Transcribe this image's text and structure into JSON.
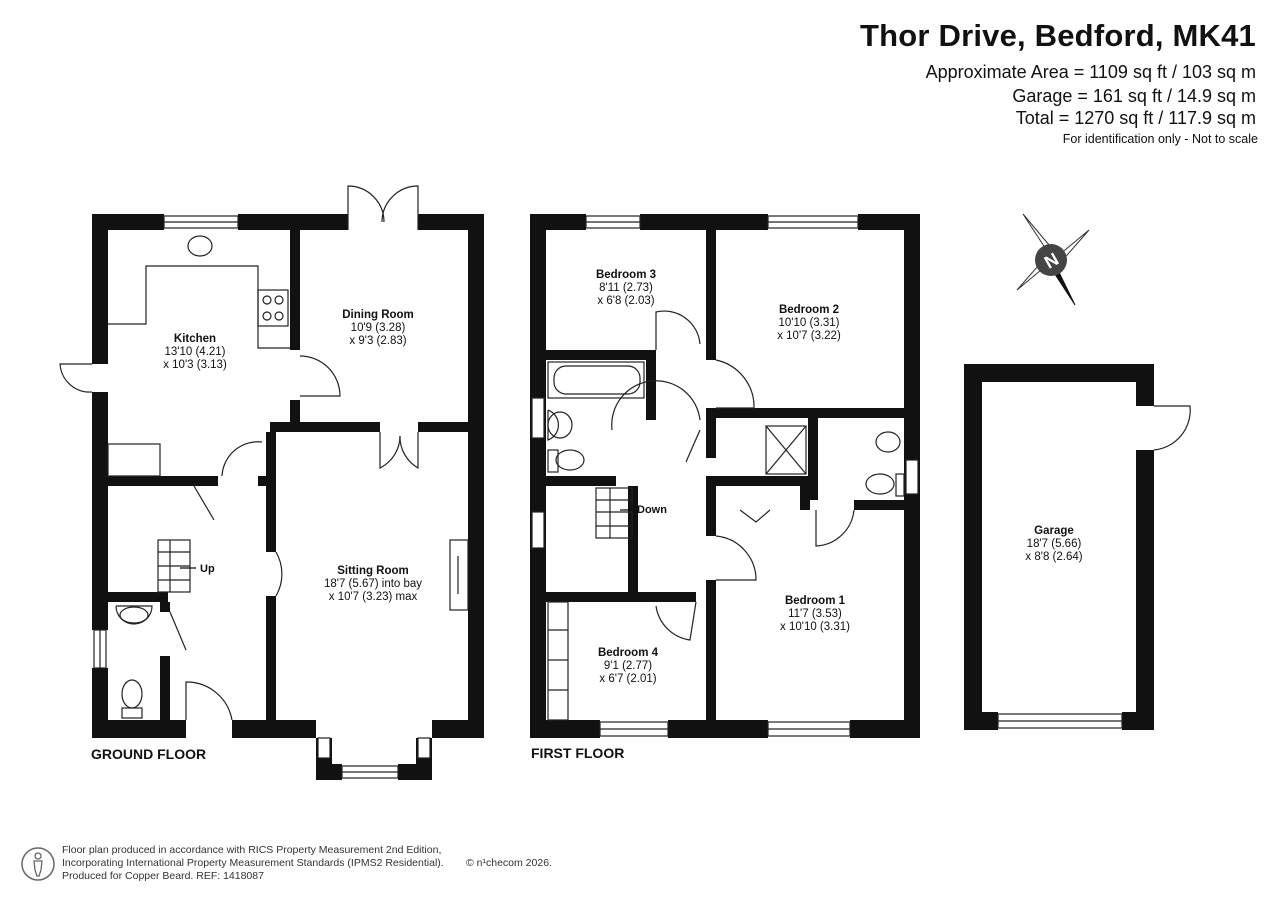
{
  "header": {
    "title": "Thor Drive, Bedford, MK41",
    "area_lines": [
      "Approximate Area = 1109 sq ft / 103 sq m",
      "Garage = 161 sq ft / 14.9 sq m",
      "Total = 1270 sq ft / 117.9 sq m"
    ],
    "note": "For identification only - Not to scale"
  },
  "floors": {
    "ground": "GROUND FLOOR",
    "first": "FIRST FLOOR"
  },
  "rooms": {
    "kitchen": {
      "name": "Kitchen",
      "dim1": "13'10 (4.21)",
      "dim2": "x 10'3 (3.13)"
    },
    "dining": {
      "name": "Dining Room",
      "dim1": "10'9 (3.28)",
      "dim2": "x 9'3 (2.83)"
    },
    "sitting": {
      "name": "Sitting Room",
      "dim1": "18'7 (5.67) into bay",
      "dim2": "x 10'7 (3.23) max"
    },
    "bedroom3": {
      "name": "Bedroom 3",
      "dim1": "8'11 (2.73)",
      "dim2": "x 6'8 (2.03)"
    },
    "bedroom2": {
      "name": "Bedroom 2",
      "dim1": "10'10 (3.31)",
      "dim2": "x 10'7 (3.22)"
    },
    "bedroom1": {
      "name": "Bedroom 1",
      "dim1": "11'7 (3.53)",
      "dim2": "x 10'10 (3.31)"
    },
    "bedroom4": {
      "name": "Bedroom 4",
      "dim1": "9'1 (2.77)",
      "dim2": "x 6'7 (2.01)"
    },
    "garage": {
      "name": "Garage",
      "dim1": "18'7 (5.66)",
      "dim2": "x 8'8 (2.64)"
    }
  },
  "stairs": {
    "up": "Up",
    "down": "Down"
  },
  "compass": {
    "letter": "N"
  },
  "footer": {
    "lines": [
      "Floor plan produced in accordance with RICS Property Measurement 2nd Edition,",
      "Incorporating International Property Measurement Standards (IPMS2 Residential).",
      "Produced for Copper Beard.   REF:  1418087"
    ],
    "copyright": "© n¹checom 2026."
  }
}
